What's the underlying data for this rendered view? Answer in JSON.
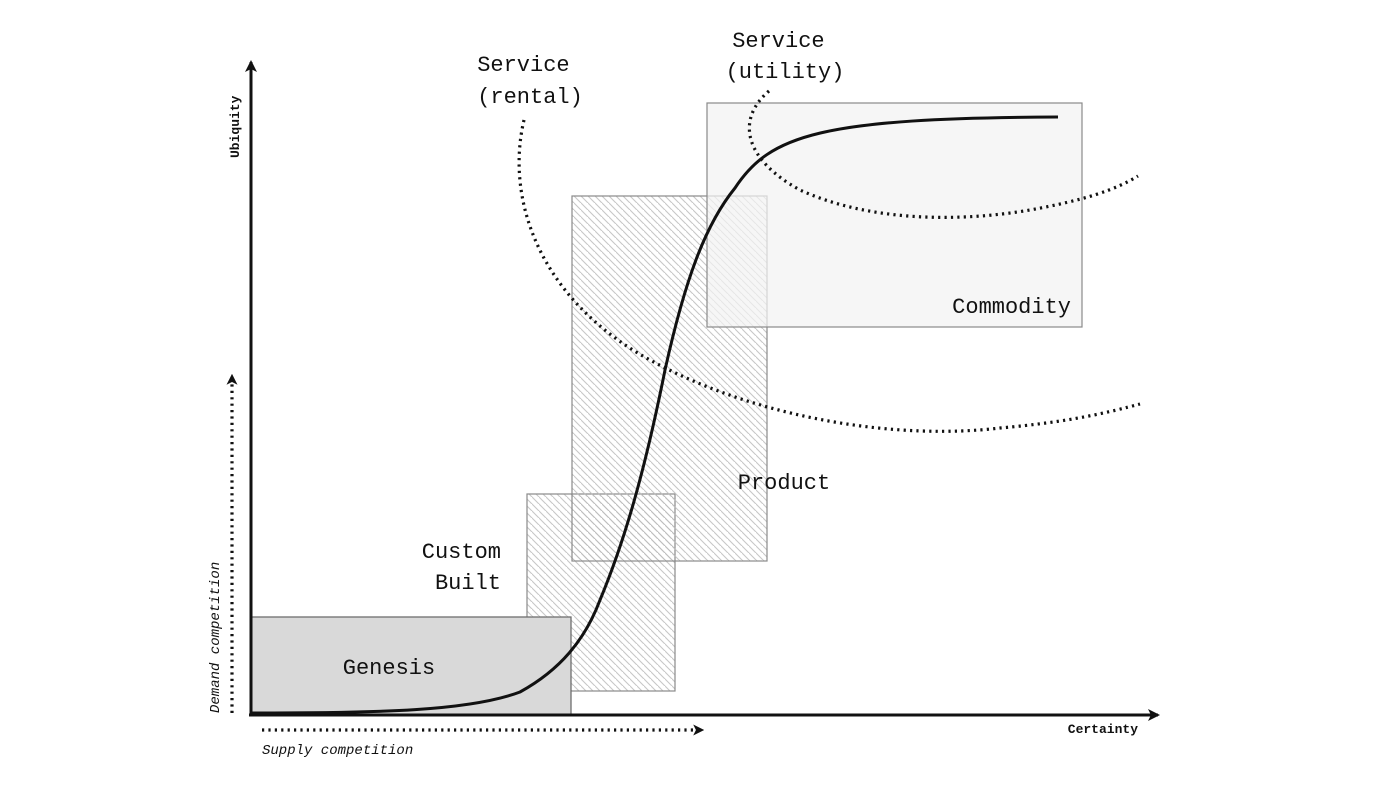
{
  "diagram": {
    "axes": {
      "y_label": "Ubiquity",
      "x_label": "Certainty",
      "demand_label": "Demand competition",
      "supply_label": "Supply competition"
    },
    "stages": {
      "genesis": "Genesis",
      "custom_built": [
        "Custom",
        "Built"
      ],
      "product": "Product",
      "commodity": "Commodity"
    },
    "services": {
      "rental": [
        "Service",
        "(rental)"
      ],
      "utility": [
        "Service",
        "(utility)"
      ]
    },
    "colors": {
      "ink": "#111111",
      "genesis_fill": "#d9d9d9",
      "commodity_fill": "#f3f3f3",
      "hatch": "#bdbdbd",
      "box_border": "#8a8a8a"
    }
  }
}
